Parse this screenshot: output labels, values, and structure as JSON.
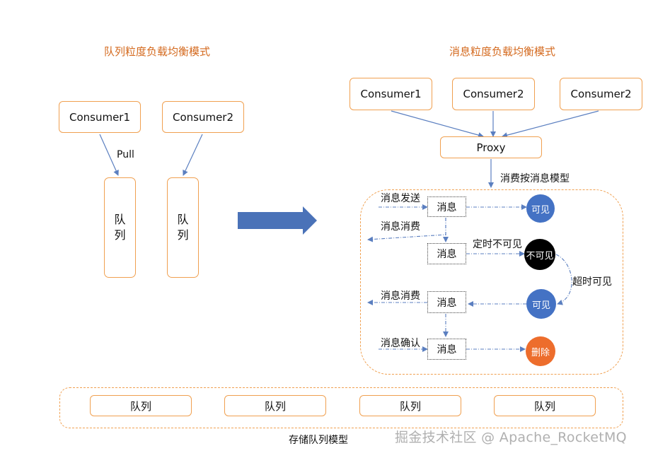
{
  "left": {
    "title": "队列粒度负载均衡模式",
    "consumers": [
      "Consumer1",
      "Consumer2"
    ],
    "pull_label": "Pull",
    "queues": [
      "队列",
      "队列"
    ]
  },
  "right": {
    "title": "消息粒度负载均衡模式",
    "consumers": [
      "Consumer1",
      "Consumer2",
      "Consumer2"
    ],
    "proxy": "Proxy",
    "proxy_label": "消费按消息模型",
    "flow": {
      "send_label": "消息发送",
      "consume_label_1": "消息消费",
      "consume_label_2": "消息消费",
      "ack_label": "消息确认",
      "timer_label": "定时不可见",
      "timeout_label": "超时可见",
      "messages": [
        "消息",
        "消息",
        "消息",
        "消息"
      ],
      "states": {
        "visible_1": "可见",
        "invisible": "不可见",
        "visible_2": "可见",
        "delete": "删除"
      }
    }
  },
  "storage": {
    "queues": [
      "队列",
      "队列",
      "队列",
      "队列"
    ],
    "label": "存储队列模型"
  },
  "watermark": "掘金技术社区 @ Apache_RocketMQ",
  "colors": {
    "title": "#d46a1f",
    "border": "#f0a050",
    "arrow": "#5b7fc0",
    "big_arrow": "#4a72b8",
    "visible": "#4472c4",
    "invisible": "#000000",
    "delete": "#ed6d2c"
  }
}
